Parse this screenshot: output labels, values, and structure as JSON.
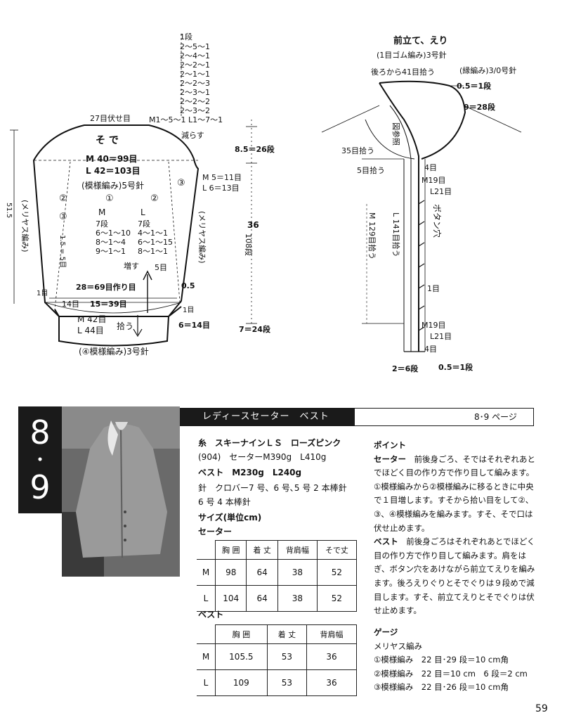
{
  "sleeve": {
    "decrease_steps": [
      "1段",
      "2～5～1",
      "2～4～1",
      "2～2～1",
      "2～1～1",
      "2～2～3",
      "2～3～1",
      "2～2～2",
      "2～3～2"
    ],
    "top_bind_off": "27目伏せ目",
    "size_decrease": "M1～5～1  L1～7～1",
    "decrease_label": "減らす",
    "part_name": "そ で",
    "width_m": "M 40＝99目",
    "width_l": "L 42＝103目",
    "pattern_label": "(模様編み)5号針",
    "pattern_nums": [
      "①",
      "②"
    ],
    "side_num_2": "②",
    "side_num_3": "③",
    "size_col_m": "M",
    "size_col_l": "L",
    "increase_table": [
      "7段",
      "6～1～10",
      "8～1～4",
      "9～1～1",
      "7段",
      "4～1～1",
      "6～1～15",
      "8～1～1"
    ],
    "increase_label": "増す",
    "left_stitch_pattern": "(メリヤス編み)",
    "right_stitch_pattern": "(メリヤス編み)",
    "height_total": "51.5",
    "side_rows": "1.5 = 5目",
    "right_m": "M 5＝11目",
    "right_l": "L 6＝13目",
    "five_stitches": "5目",
    "cast_on": "28＝69目作り目",
    "bottom_left_14": "14目",
    "bottom_15": "15＝39目",
    "bottom_right_1": "1目",
    "bottom_left_1": "1目",
    "half_val": "0.5",
    "cuff_m": "M 42目",
    "cuff_l": "L 44目",
    "pickup": "拾う",
    "cuff_pattern": "(④模様編み)3号針",
    "cuff_rows": "6＝14目",
    "upper_rows": "8.5＝26段",
    "mid_rows_a": "36",
    "mid_rows_b": "108段",
    "lower_rows": "7＝24段"
  },
  "front_band": {
    "title": "前立て、えり",
    "pattern": "(1目ゴム編み)3号針",
    "back_pickup": "後ろから41目拾う",
    "edge_pattern": "(縁編み)3/0号針",
    "top_rows": "0.5＝1段",
    "collar_rows": "9＝28段",
    "ref_label": "図参照",
    "pickup_35": "35目拾う",
    "pickup_5": "5目拾う",
    "four_1": "4目",
    "m19_a": "M19目",
    "l21_a": "L21目",
    "buttonhole": "ボタン穴",
    "m_pickup": "M 129目拾う",
    "l_pickup": "L 141目拾う",
    "one_st": "1目",
    "m19_b": "M19目",
    "l21_b": "L21目",
    "four_2": "4目",
    "bottom_rows": "2＝6段",
    "bottom_edge": "0.5＝1段"
  },
  "article": {
    "number_top": "8",
    "number_bottom": "9",
    "title": "レディースセーター　ベスト",
    "page_ref": "8･9 ページ"
  },
  "materials": {
    "yarn_label": "糸",
    "yarn": "スキーナインＬＳ　ローズピンク",
    "yarn_line2": "(904)　セーターM390g　L410g",
    "vest_line": "ベスト　M230g　L240g",
    "needle_line1": "針　クロバー7 号、6 号､5 号 2 本棒針",
    "needle_line2": "6 号 4 本棒針",
    "size_label": "サイズ(単位cm)",
    "sweater_label": "セーター",
    "vest_label": "ベスト"
  },
  "sweater_table": {
    "headers": [
      "",
      "胸 囲",
      "着 丈",
      "背肩幅",
      "そで丈"
    ],
    "rows": [
      [
        "M",
        "98",
        "64",
        "38",
        "52"
      ],
      [
        "L",
        "104",
        "64",
        "38",
        "52"
      ]
    ]
  },
  "vest_table": {
    "headers": [
      "",
      "胸 囲",
      "着 丈",
      "背肩幅"
    ],
    "rows": [
      [
        "M",
        "105.5",
        "53",
        "36"
      ],
      [
        "L",
        "109",
        "53",
        "36"
      ]
    ]
  },
  "point": {
    "heading": "ポイント",
    "sweater_label": "セーター",
    "sweater_text": "　前後身ごろ、そではそれぞれあとでほどく目の作り方で作り目して編みます。①模様編みから②模様編みに移るときに中央で１目増します。すそから拾い目をして②、③、④模様編みを編みます。すそ、そで口は伏せ止めます。",
    "vest_label": "ベスト",
    "vest_text": "　前後身ごろはそれぞれあとでほどく目の作り方で作り目して編みます。肩をはぎ、ボタン穴をあけながら前立てえりを編みます。後ろえりぐりとそでぐりは９段めで減目します。すそ、前立てえりとそでぐりは伏せ止めます。",
    "gauge_heading": "ゲージ",
    "gauge_lines": [
      "メリヤス編み",
      "①模様編み　22 目･29 段＝10 cm角",
      "②模様編み　22 目＝10 cm　6 段＝2 cm",
      "③模様編み　22 目･26 段＝10 cm角"
    ]
  },
  "page_number": "59"
}
